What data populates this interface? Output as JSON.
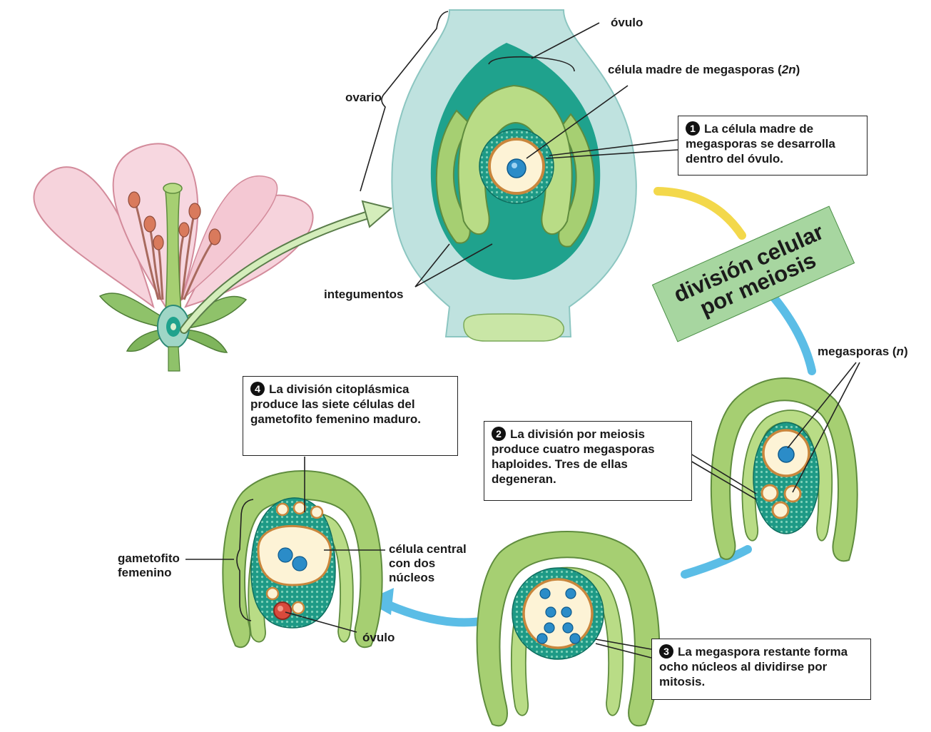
{
  "labels": {
    "ovulo_top": "óvulo",
    "celula_madre_main": "célula madre de megasporas (",
    "celula_madre_2n": "2n",
    "celula_madre_close": ")",
    "ovario": "ovario",
    "integumentos": "integumentos",
    "megasporas_main": "megasporas (",
    "megasporas_n": "n",
    "megasporas_close": ")",
    "gametofito_line1": "gametofito",
    "gametofito_line2": "femenino",
    "celula_central_line1": "célula central",
    "celula_central_line2": "con dos",
    "celula_central_line3": "núcleos",
    "ovulo_bottom": "óvulo"
  },
  "banner": {
    "line1": "división celular",
    "line2": "por meiosis"
  },
  "steps": [
    {
      "number": "1",
      "text": "La célula madre de megasporas se desarrolla dentro del óvulo."
    },
    {
      "number": "2",
      "text": "La división por meiosis produce cuatro megasporas haploides. Tres de ellas degeneran."
    },
    {
      "number": "3",
      "text": "La megaspora restante forma ocho núcleos al dividirse por mitosis."
    },
    {
      "number": "4",
      "text": "La división citoplásmica produce las siete células del gametofito femenino maduro."
    }
  ],
  "colors": {
    "integument": "#a6cf72",
    "ovary_wall": "#bfe2df",
    "ovule_tissue": "#1fa28d",
    "cytoplasm": "#fdf3d6",
    "nucleus": "#2b8cc8",
    "egg": "#d94a3c",
    "banner": "#a7d6a0",
    "cycle_meiosis": "#f3d84b",
    "cycle_arrow": "#5bbde6",
    "petal": "#f6d3dc"
  }
}
